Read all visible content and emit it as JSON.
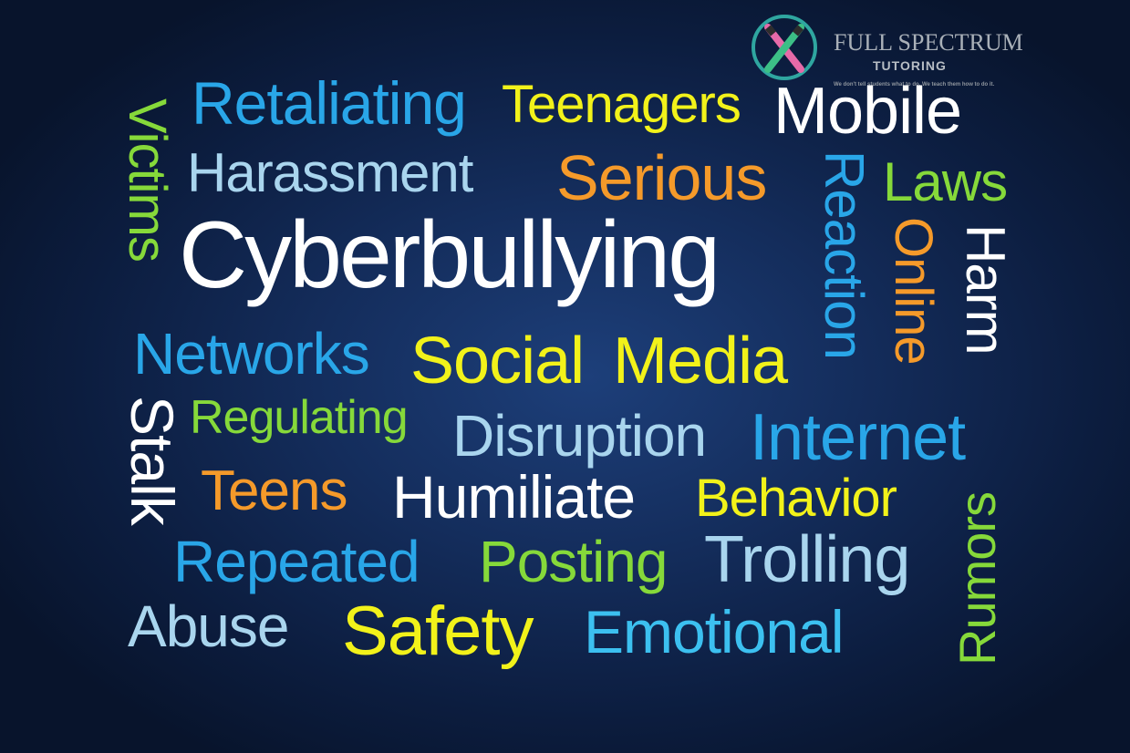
{
  "logo": {
    "name": "FULL SPECTRUM",
    "sub": "TUTORING",
    "tagline": "We don't tell students what to do. We teach them how to do it."
  },
  "words": {
    "retaliating": "Retaliating",
    "teenagers": "Teenagers",
    "mobile": "Mobile",
    "victims": "Victims",
    "harassment": "Harassment",
    "serious": "Serious",
    "reaction": "Reaction",
    "laws": "Laws",
    "cyberbullying": "Cyberbullying",
    "online": "Online",
    "harm": "Harm",
    "networks": "Networks",
    "social": "Social",
    "media": "Media",
    "stalk": "Stalk",
    "regulating": "Regulating",
    "disruption": "Disruption",
    "internet": "Internet",
    "teens": "Teens",
    "humiliate": "Humiliate",
    "behavior": "Behavior",
    "rumors": "Rumors",
    "repeated": "Repeated",
    "posting": "Posting",
    "trolling": "Trolling",
    "abuse": "Abuse",
    "safety": "Safety",
    "emotional": "Emotional"
  },
  "colors": {
    "white": "#ffffff",
    "blue": "#29a6e8",
    "light_blue": "#a9d5ee",
    "yellow": "#f2f21a",
    "green": "#86d93a",
    "orange": "#f59a2a",
    "sky": "#3cc0f0"
  }
}
